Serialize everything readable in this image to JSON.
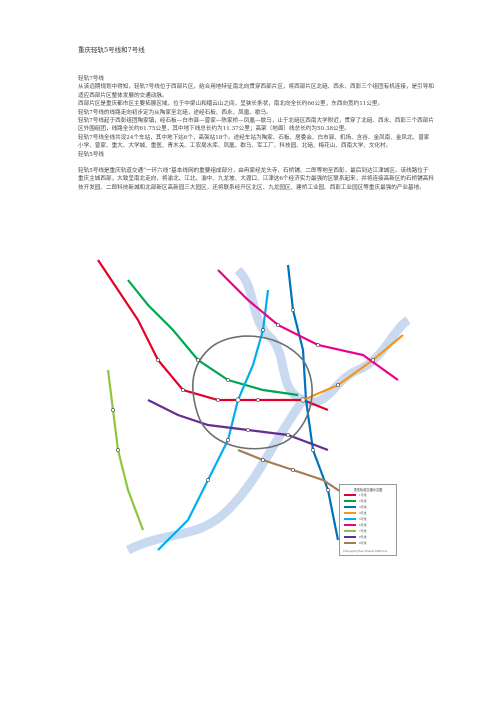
{
  "document": {
    "title": "重庆轻轨5号线和7号线",
    "paragraphs": [
      "轻轨7号线",
      "从该远期规划中得知，轻轨7号线位于西部片区，结合用地特征南北向贯穿西部片区，将西部片区北碚、西永、西彭三个组团有机连接，是引导和适应西部片区整体发展的交通动脉。",
      "西部片区是重庆都市区主要拓展区域，位于中梁山和缙云山之间，呈狭长条状，南北向全长约66公里，东西向宽约11公里。",
      "轻轨7号线的线路走向初步定为从陶家至北碚，途经石板、西永、凤凰、歇马。",
      "轻轨7号线起于西彭组团陶家镇，经石板—白市驿—曾家—陈家桥—凤凰—歇马，止于北碚区西南大学附近，贯穿了北碚、西永、西彭三个西部片区外围组团，线路全长约61.75公里，其中地下线总长约为11.37公里；高架（地面）线总长约为50.38公里。",
      "轻轨7号线全线共设24个车站，其中地下站6个，高架站18个。途经车站为陶家、石板、居委会、白市驿、机场、含谷、金凤南、金凤北、曾家小学、曾家、重大、大学城、重医、青木关、工农局水库、凤凰、歇马、军工厂、科技园、北碚、梅花山、西南大学、文化村。",
      "轻轨5号线",
      "轻轨5号线是重庆轨道交通“一环六线”基本线网的重要组成部分，由冉家经龙头寺、石桥铺、二郎等地至西彭，最后到达江津城区。该线路位于重庆主城西部，大致呈南北走向，将渝北、江北、渝中、九龙坡、大渡口、江津这6个经济实力最强的区联系起来，并将连接高新区的石桥铺高科技开发园、二郎科技新城和北部新区高新园三大园区，还将联系经开区北区、九龙园区、建桥工业园、西彭工业园区等重庆最强的产业基地。"
    ]
  },
  "map": {
    "legend_title": "重庆轨道交通示意图",
    "legend_lines": [
      {
        "label": "1号线",
        "color": "#e4002b"
      },
      {
        "label": "2号线",
        "color": "#00a650"
      },
      {
        "label": "3号线",
        "color": "#0072bc"
      },
      {
        "label": "4号线",
        "color": "#f7941d"
      },
      {
        "label": "5号线",
        "color": "#00aeef"
      },
      {
        "label": "6号线",
        "color": "#ec008c"
      },
      {
        "label": "7号线",
        "color": "#8dc63f"
      },
      {
        "label": "8号线",
        "color": "#662d91"
      },
      {
        "label": "9号线",
        "color": "#a67c52"
      }
    ],
    "legend_footer": "Chongqing Rail Transit 2008.8.xx"
  }
}
